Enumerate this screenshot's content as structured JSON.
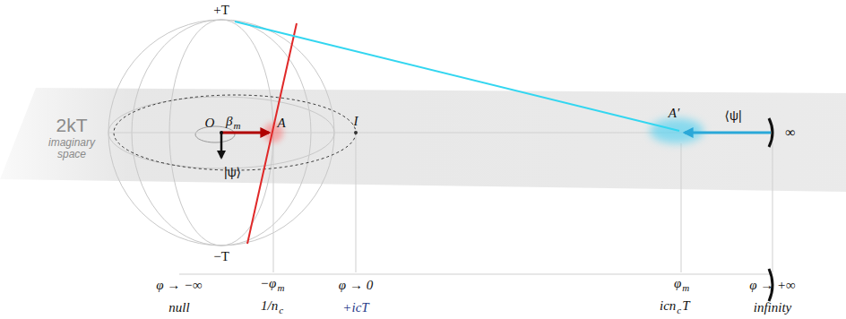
{
  "diagram": {
    "labels": [
      "+T",
      "−T",
      "2kT",
      "imaginary space",
      "O",
      "β",
      "m",
      "A",
      "I",
      "|ψ⟩",
      "A′",
      "⟨ψ|",
      "∞",
      "φ → −∞",
      "−φ",
      "m",
      "φ → 0",
      "φ",
      "m",
      "φ → +∞",
      "null",
      "1/n",
      "c",
      "+icT",
      "icn",
      "c",
      "T",
      "infinity"
    ]
  }
}
